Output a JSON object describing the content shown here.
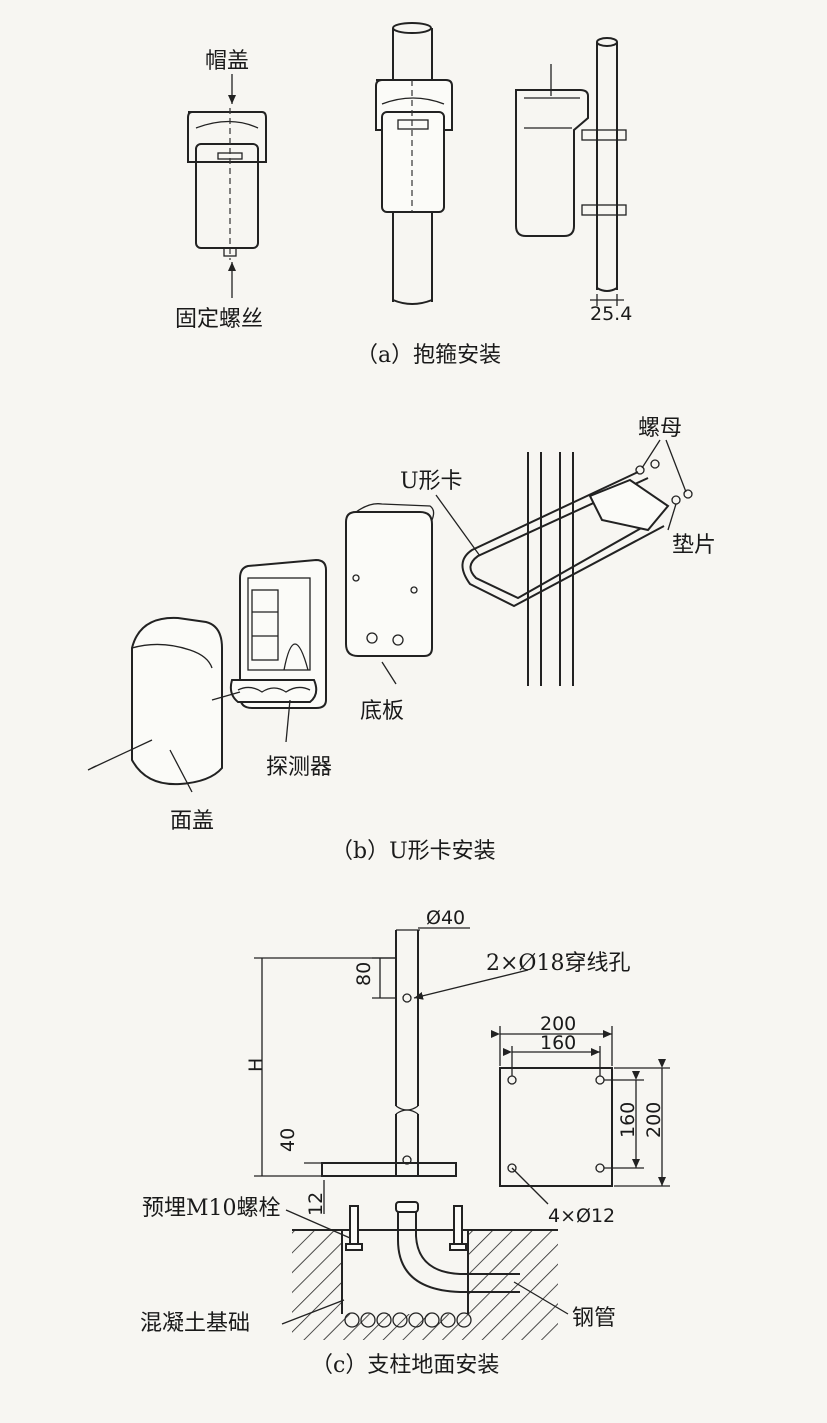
{
  "colors": {
    "ink": "#1a1a1a",
    "paper": "#f7f6f2"
  },
  "panel_a": {
    "caption": "（a）抱箍安装",
    "labels": {
      "cap": "帽盖",
      "fixing_screw": "固定螺丝"
    },
    "dims": {
      "pipe_dia": "25.4"
    }
  },
  "panel_b": {
    "caption": "（b）U形卡安装",
    "labels": {
      "nut": "螺母",
      "u_clamp": "U形卡",
      "washer": "垫片",
      "base_plate": "底板",
      "detector": "探测器",
      "face_cover": "面盖"
    }
  },
  "panel_c": {
    "caption": "（c）支柱地面安装",
    "labels": {
      "holes": "2×Ø18穿线孔",
      "embedded_bolt": "预埋M10螺栓",
      "foundation": "混凝土基础",
      "steel_pipe": "钢管",
      "plate_holes": "4×Ø12"
    },
    "dims": {
      "pole_dia": "Ø40",
      "d80": "80",
      "h": "H",
      "d40": "40",
      "d12": "12",
      "plate_200_w": "200",
      "plate_160_w": "160",
      "plate_160_h": "160",
      "plate_200_h": "200"
    }
  }
}
